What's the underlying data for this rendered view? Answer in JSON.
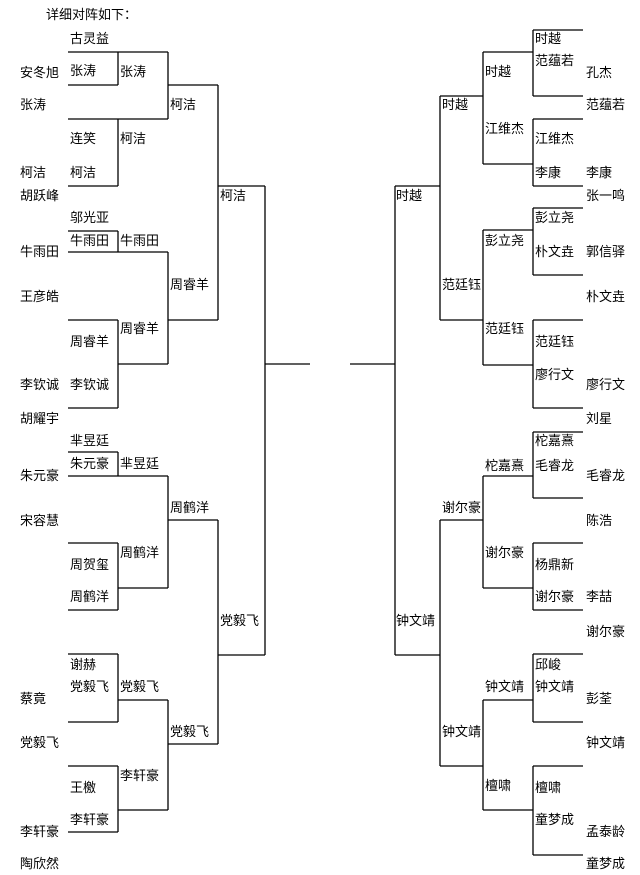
{
  "title": "详细对阵如下：",
  "left": {
    "players": [
      "安冬旭",
      "张涛",
      "柯洁",
      "胡跃峰",
      "牛雨田",
      "王彦皓",
      "李钦诚",
      "胡耀宇",
      "朱元豪",
      "宋容慧",
      "蔡竟",
      "党毅飞",
      "李轩豪",
      "陶欣然"
    ],
    "r1": [
      [
        "古灵益",
        "张涛"
      ],
      [
        "连笑",
        "柯洁"
      ],
      [
        "邬光亚",
        "牛雨田"
      ],
      [
        "周睿羊"
      ],
      [
        "李钦诚"
      ],
      [
        "芈昱廷",
        "朱元豪"
      ],
      [
        "周贺玺",
        "周鹤洋"
      ],
      [
        "谢赫",
        "党毅飞"
      ],
      [
        "王檄",
        "李轩豪"
      ]
    ],
    "r2": [
      "张涛",
      "柯洁",
      "牛雨田",
      "周睿羊",
      "芈昱廷",
      "周鹤洋",
      "党毅飞",
      "李轩豪"
    ],
    "r3": [
      "柯洁",
      "周睿羊",
      "周鹤洋",
      "党毅飞"
    ],
    "r4": [
      "柯洁",
      "党毅飞"
    ]
  },
  "right": {
    "players": [
      "孔杰",
      "范蕴若",
      "李康",
      "张一鸣",
      "郭信驿",
      "朴文垚",
      "廖行文",
      "刘星",
      "毛睿龙",
      "陈浩",
      "李喆",
      "谢尔豪",
      "彭荃",
      "钟文靖",
      "孟泰龄",
      "童梦成"
    ],
    "r1": [
      "时越",
      "范蕴若",
      "江维杰",
      "李康",
      "彭立尧",
      "朴文垚",
      "范廷钰",
      "廖行文",
      "柁嘉熹",
      "毛睿龙",
      "杨鼎新",
      "谢尔豪",
      "邱峻",
      "钟文靖",
      "檀啸",
      "童梦成"
    ],
    "r2": [
      "时越",
      "江维杰",
      "彭立尧",
      "范廷钰",
      "柁嘉熹",
      "谢尔豪",
      "钟文靖",
      "檀啸"
    ],
    "r3": [
      "时越",
      "范廷钰",
      "谢尔豪",
      "钟文靖"
    ],
    "r4": [
      "时越",
      "钟文靖"
    ]
  }
}
